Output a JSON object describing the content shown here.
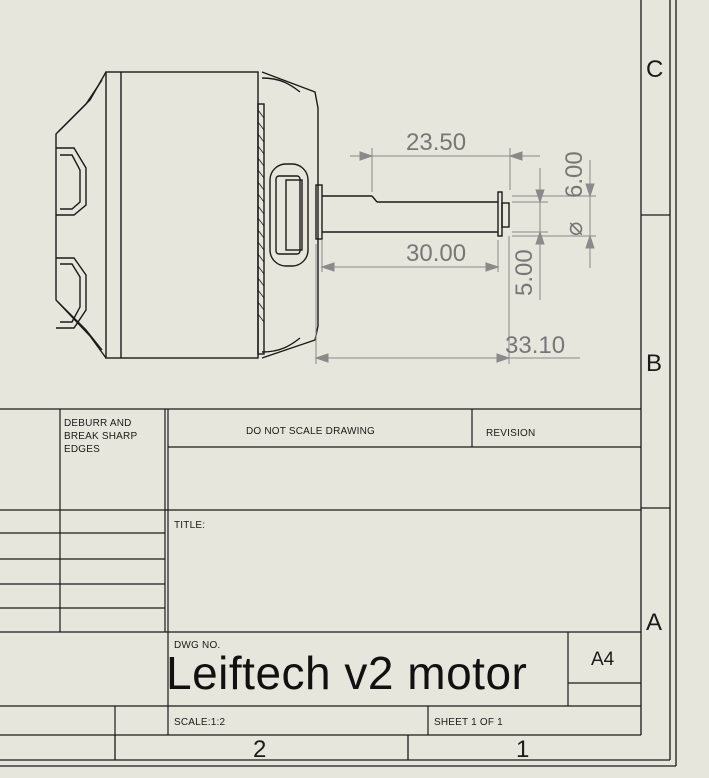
{
  "drawing": {
    "dimensions": {
      "shaft_length": "23.50",
      "overall_shaft": "30.00",
      "total_length": "33.10",
      "diameter": "6.00",
      "diameter_symbol": "⌀",
      "flat_depth": "5.00"
    }
  },
  "title_block": {
    "deburr_note": "DEBURR AND\nBREAK SHARP\nEDGES",
    "do_not_scale": "DO NOT SCALE DRAWING",
    "revision_label": "REVISION",
    "title_label": "TITLE:",
    "dwg_no_label": "DWG NO.",
    "dwg_no_value": "Leiftech v2 motor",
    "size": "A4",
    "scale": "SCALE:1:2",
    "sheet": "SHEET 1 OF 1"
  },
  "zones": {
    "rows": [
      "C",
      "B",
      "A"
    ],
    "cols": [
      "2",
      "1"
    ]
  },
  "colors": {
    "paper": "#e7e6dc",
    "line": "#1a1a1a",
    "dimension": "#777777"
  }
}
